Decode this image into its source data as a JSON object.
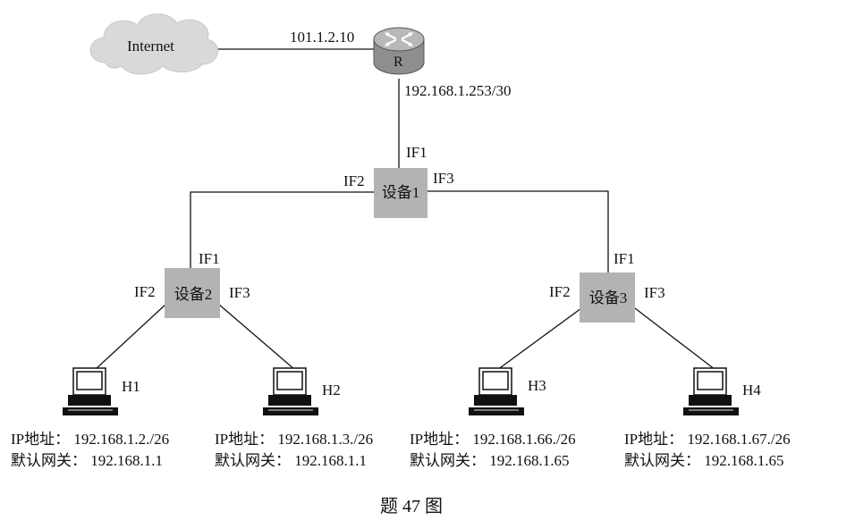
{
  "cloud": {
    "label": "Internet"
  },
  "router": {
    "label": "R",
    "wan_ip": "101.1.2.10",
    "lan_ip": "192.168.1.253/30"
  },
  "devices": [
    {
      "name": "设备1",
      "if1": "IF1",
      "if2": "IF2",
      "if3": "IF3"
    },
    {
      "name": "设备2",
      "if1": "IF1",
      "if2": "IF2",
      "if3": "IF3"
    },
    {
      "name": "设备3",
      "if1": "IF1",
      "if2": "IF2",
      "if3": "IF3"
    }
  ],
  "hosts": [
    {
      "name": "H1",
      "ip_line": "IP地址： 192.168.1.2./26",
      "gw_line": "默认网关： 192.168.1.1"
    },
    {
      "name": "H2",
      "ip_line": "IP地址： 192.168.1.3./26",
      "gw_line": "默认网关： 192.168.1.1"
    },
    {
      "name": "H3",
      "ip_line": "IP地址： 192.168.1.66./26",
      "gw_line": "默认网关： 192.168.1.65"
    },
    {
      "name": "H4",
      "ip_line": "IP地址： 192.168.1.67./26",
      "gw_line": "默认网关： 192.168.1.65"
    }
  ],
  "caption": "题 47 图"
}
